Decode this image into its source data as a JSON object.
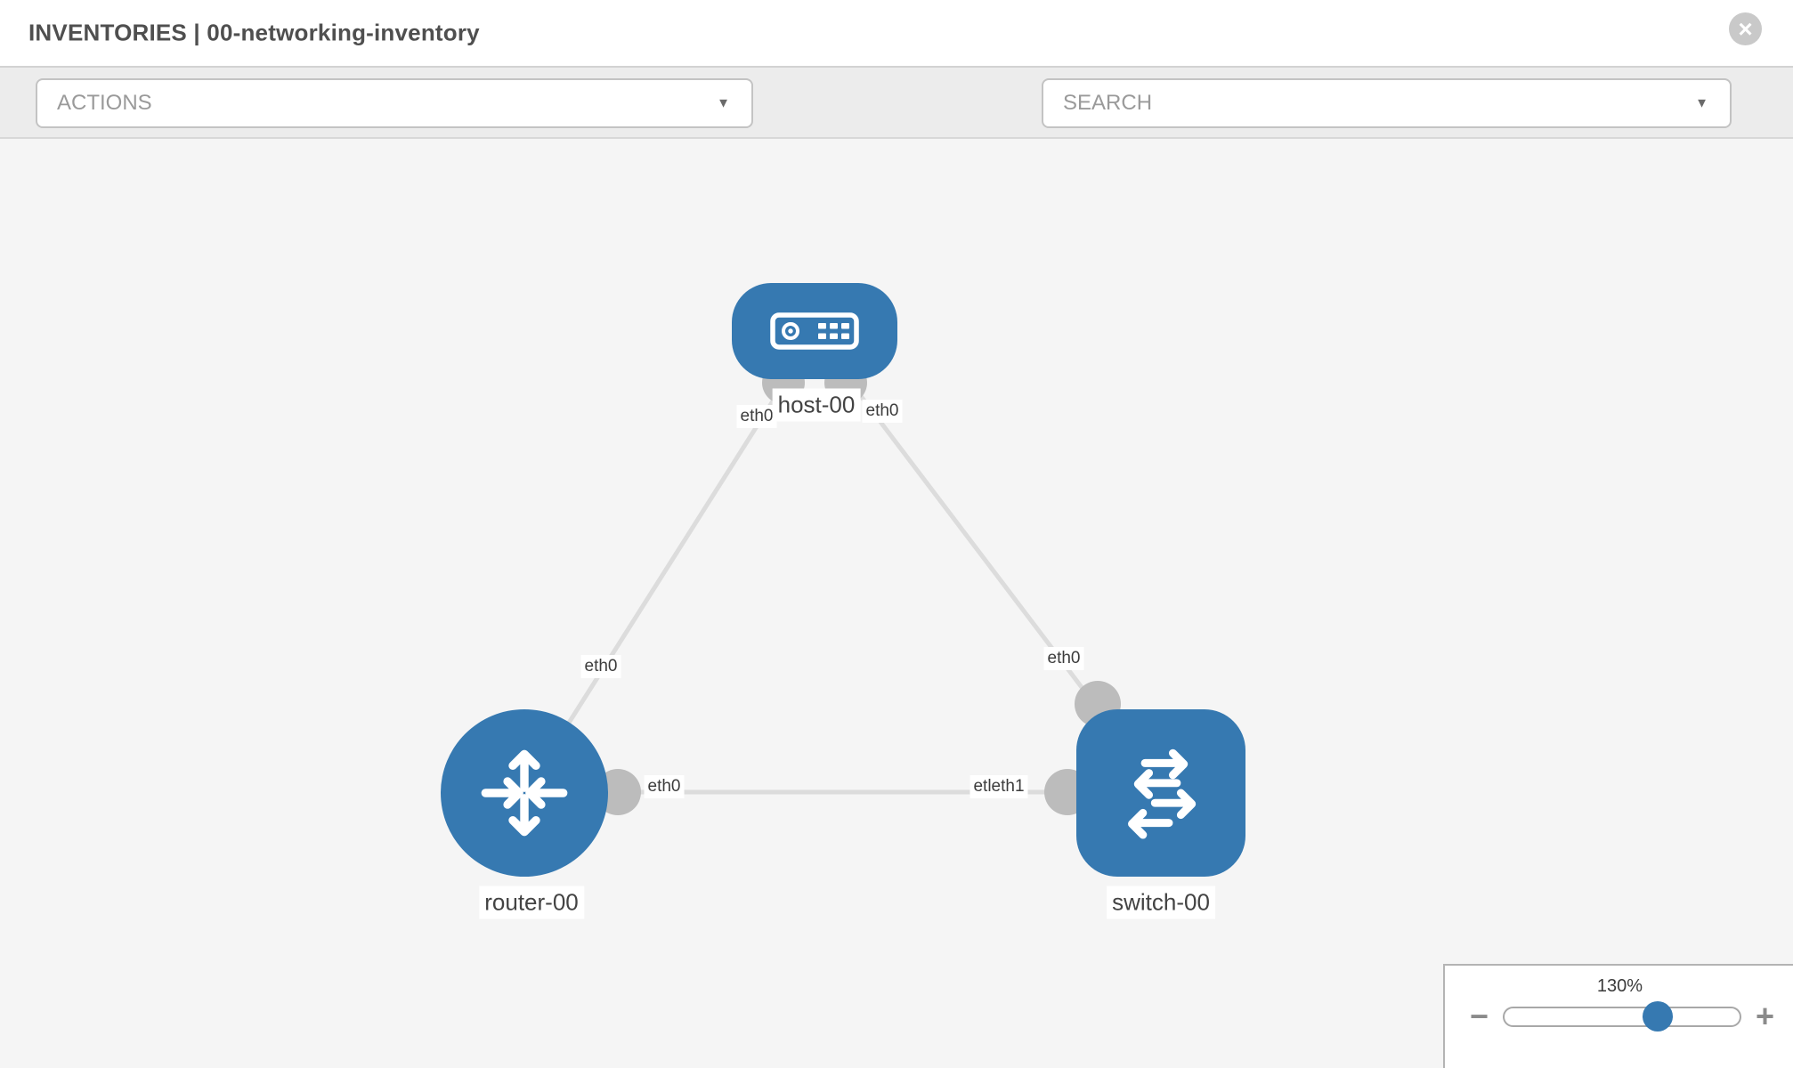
{
  "window": {
    "title": "INVENTORIES | 00-networking-inventory"
  },
  "toolbar": {
    "actions_label": "ACTIONS",
    "search_label": "SEARCH"
  },
  "icons": {
    "close": "×",
    "caret_down": "▼",
    "wrench": "wrench-icon",
    "key": "key-icon",
    "minus": "−",
    "plus": "+"
  },
  "topology": {
    "nodes": [
      {
        "label": "host-00",
        "type": "host"
      },
      {
        "label": "router-00",
        "type": "router"
      },
      {
        "label": "switch-00",
        "type": "switch"
      }
    ],
    "interface_labels": [
      {
        "text": "eth0",
        "node": "host-00",
        "link": "host-router"
      },
      {
        "text": "eth0",
        "node": "host-00",
        "link": "host-switch"
      },
      {
        "text": "eth0",
        "node": "router-00",
        "link": "host-router"
      },
      {
        "text": "eth0",
        "node": "switch-00",
        "link": "host-switch"
      },
      {
        "text": "eth0",
        "node": "router-00",
        "link": "router-switch"
      },
      {
        "text": "etleth1",
        "node": "switch-00",
        "link": "router-switch"
      }
    ]
  },
  "zoom_control": {
    "level": "130%"
  },
  "colors": {
    "node_blue": "#3679b1",
    "link_gray": "#dcdcdc",
    "port_gray": "#bcbcbc",
    "canvas_bg": "#f5f5f5",
    "toolbar_bg": "#ececec"
  }
}
